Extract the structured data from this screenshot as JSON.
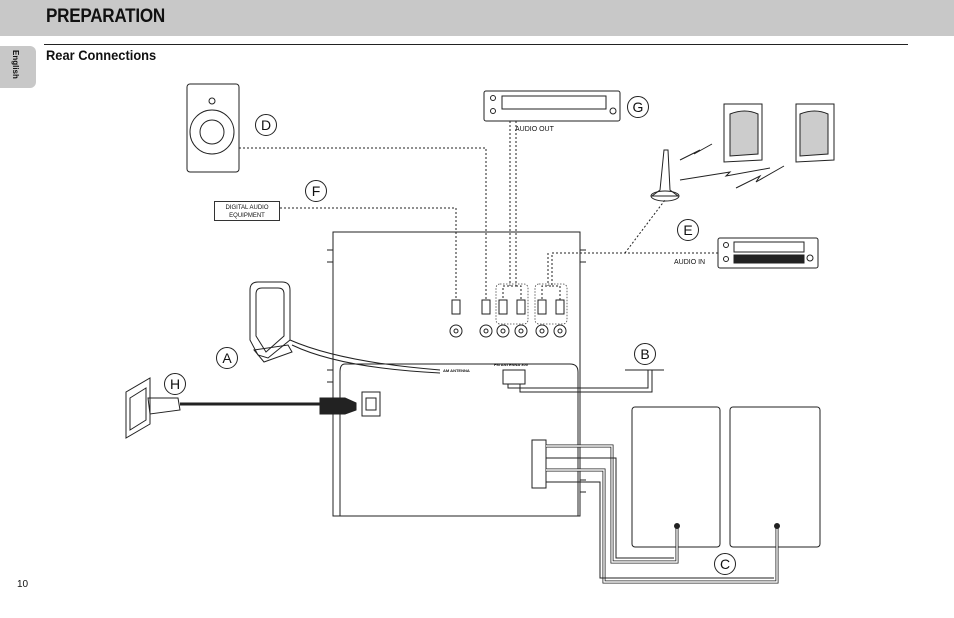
{
  "header": {
    "title": "PREPARATION"
  },
  "sidebar": {
    "language": "English"
  },
  "section": {
    "title": "Rear Connections"
  },
  "page": {
    "number": "10"
  },
  "diagram": {
    "labels": {
      "A": "A",
      "B": "B",
      "C": "C",
      "D": "D",
      "E": "E",
      "F": "F",
      "G": "G",
      "H": "H"
    },
    "digital_audio_equipment": "DIGITAL AUDIO EQUIPMENT",
    "audio_out": "AUDIO OUT",
    "audio_in": "AUDIO IN",
    "am_antenna": "AM ANTENNA",
    "fm_antenna": "FM ANTENNA 300"
  }
}
